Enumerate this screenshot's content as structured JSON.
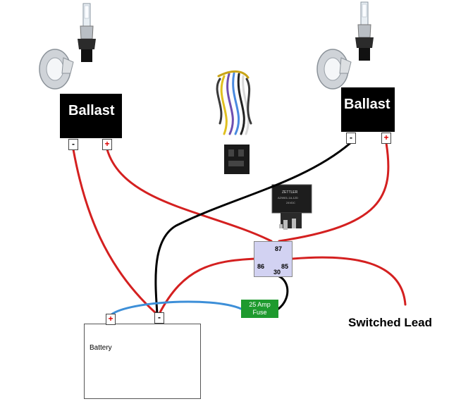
{
  "ballasts": [
    {
      "label": "Ballast",
      "neg": "-",
      "pos": "+"
    },
    {
      "label": "Ballast",
      "neg": "-",
      "pos": "+"
    }
  ],
  "battery": {
    "label": "Battery",
    "pos": "+",
    "neg": "-"
  },
  "relay": {
    "pins": {
      "p87": "87",
      "p86": "86",
      "p85": "85",
      "p30": "30"
    }
  },
  "fuse": {
    "line1": "25 Amp",
    "line2": "Fuse"
  },
  "switched_lead": "Switched Lead",
  "colors": {
    "power_wire": "#d42020",
    "ground_wire": "#000000",
    "battery_wire": "#3d8fd8",
    "relay_body": "#d2d2f2",
    "fuse_body": "#1e9a2e"
  }
}
